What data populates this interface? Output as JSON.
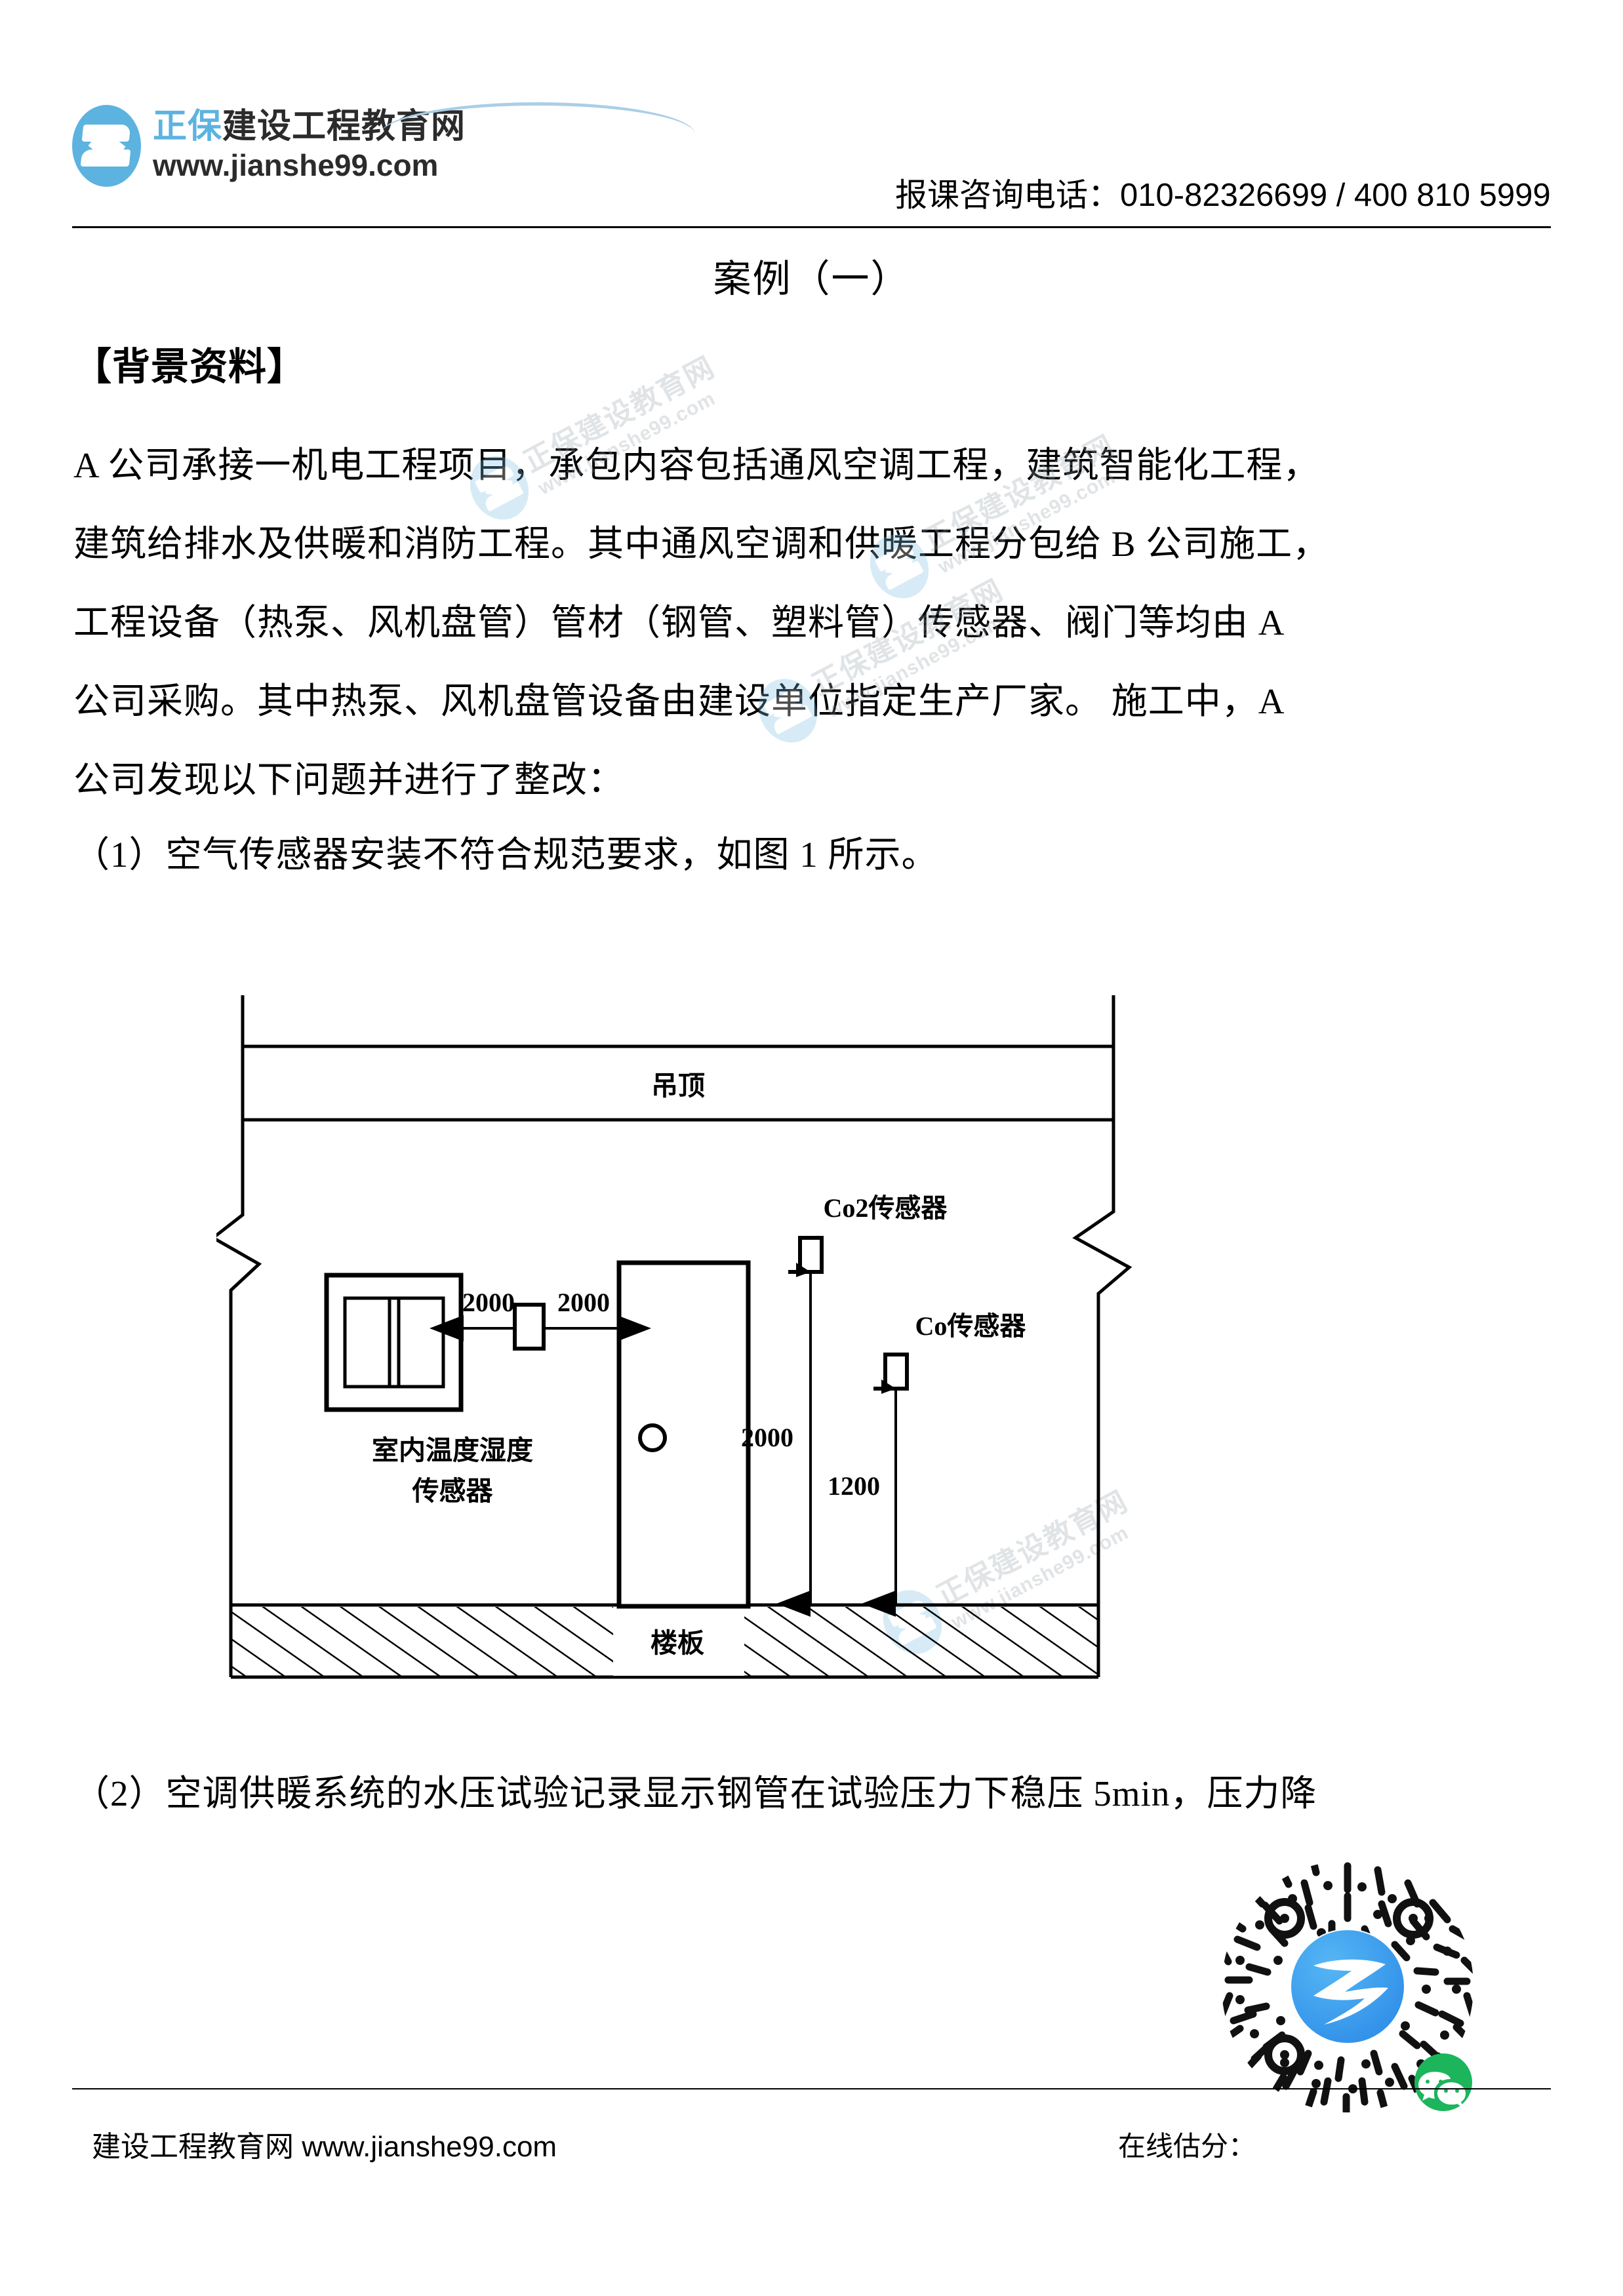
{
  "header": {
    "logo_blue": "正保",
    "logo_dark": "建设工程教育网",
    "logo_url": "www.jianshe99.com",
    "phone_line": "报课咨询电话：010-82326699 / 400 810 5999"
  },
  "document": {
    "case_title": "案例（一）",
    "section_heading": "【背景资料】",
    "body_lines": [
      "A 公司承接一机电工程项目，承包内容包括通风空调工程，建筑智能化工程，",
      "建筑给排水及供暖和消防工程。其中通风空调和供暖工程分包给 B 公司施工，",
      "工程设备（热泵、风机盘管）管材（钢管、塑料管）传感器、阀门等均由 A",
      "公司采购。其中热泵、风机盘管设备由建设单位指定生产厂家。 施工中，A",
      "公司发现以下问题并进行了整改："
    ],
    "item_1": "（1）空气传感器安装不符合规范要求，如图 1 所示。",
    "item_2": "（2）空调供暖系统的水压试验记录显示钢管在试验压力下稳压 5min，压力降"
  },
  "watermark": {
    "line1": "正保建设教育网",
    "line2": "www.jianshe99.com"
  },
  "figure": {
    "labels": {
      "ceiling": "吊顶",
      "floor_slab": "楼板",
      "co2_sensor": "Co2传感器",
      "co_sensor": "Co传感器",
      "indoor_temp_humidity_line1": "室内温度湿度",
      "indoor_temp_humidity_line2": "传感器"
    },
    "dimensions": {
      "window_to_sensor": "2000",
      "sensor_to_door": "2000",
      "co2_height": "2000",
      "co_height": "1200"
    }
  },
  "footer": {
    "site_text": "建设工程教育网 www.jianshe99.com",
    "score_text": "在线估分："
  },
  "colors": {
    "brand_blue": "#5cb3e0",
    "qr_accent_blue": "#3aa0f0",
    "qr_badge_green": "#1cb55c",
    "watermark_gray": "#9aa7ae"
  }
}
